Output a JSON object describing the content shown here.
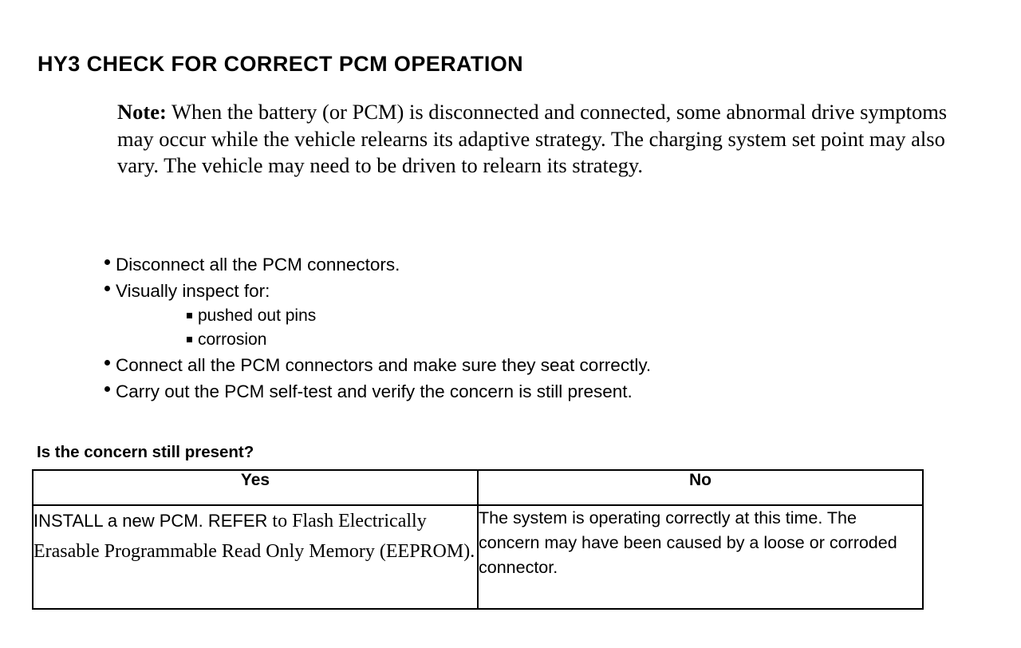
{
  "document": {
    "title": "HY3 CHECK FOR CORRECT PCM OPERATION",
    "note": {
      "label": "Note:",
      "text": " When the battery (or PCM) is disconnected and connected, some abnormal drive symptoms may occur while the vehicle relearns its adaptive strategy. The charging system set point may also vary. The vehicle may need to be driven to relearn its strategy."
    },
    "steps": [
      {
        "marker": "dot",
        "text": "Disconnect all the PCM connectors."
      },
      {
        "marker": "dot",
        "text": "Visually inspect for:"
      },
      {
        "marker": "square",
        "text": "pushed out pins"
      },
      {
        "marker": "square",
        "text": "corrosion"
      },
      {
        "marker": "dot",
        "text": "Connect all the PCM connectors and make sure they seat correctly."
      },
      {
        "marker": "dot",
        "text": "Carry out the PCM self-test and verify the concern is still present."
      }
    ],
    "question": "Is the concern still present?",
    "decision_table": {
      "headers": [
        "Yes",
        "No"
      ],
      "yes_action": {
        "sans_part": "INSTALL a new PCM. REFER",
        "serif_part": " to Flash Electrically Erasable Programmable Read Only Memory (EEPROM)."
      },
      "no_action": "The system is operating correctly at this time. The concern may have been caused by a loose or corroded connector."
    }
  },
  "colors": {
    "ink": "#000000",
    "page": "#ffffff"
  }
}
